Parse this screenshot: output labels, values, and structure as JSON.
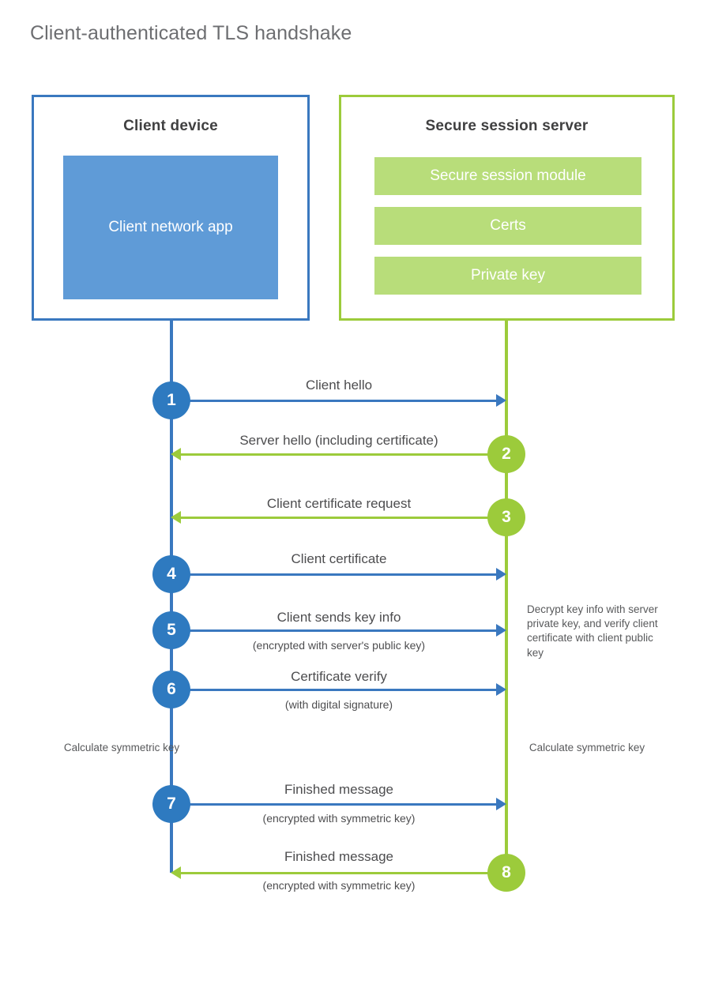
{
  "title": "Client-authenticated TLS handshake",
  "colors": {
    "blue_border": "#3a78bf",
    "blue_fill": "#5f9bd7",
    "blue_circle": "#2e7ac0",
    "green_border": "#9ccb3b",
    "green_fill": "#b8dd7a",
    "green_circle": "#9ccb3b",
    "text": "#4d4d4f",
    "title_text": "#6d6e71"
  },
  "client": {
    "title": "Client device",
    "app_label": "Client network app"
  },
  "server": {
    "title": "Secure session server",
    "bars": [
      {
        "label": "Secure session module"
      },
      {
        "label": "Certs"
      },
      {
        "label": "Private key"
      }
    ]
  },
  "steps": [
    {
      "number": "1",
      "label": "Client hello",
      "sub": "",
      "direction": "client-to-server",
      "color": "blue"
    },
    {
      "number": "2",
      "label": "Server hello (including certificate)",
      "sub": "",
      "direction": "server-to-client",
      "color": "green"
    },
    {
      "number": "3",
      "label": "Client certificate request",
      "sub": "",
      "direction": "server-to-client",
      "color": "green"
    },
    {
      "number": "4",
      "label": "Client certificate",
      "sub": "",
      "direction": "client-to-server",
      "color": "blue"
    },
    {
      "number": "5",
      "label": "Client sends key info",
      "sub": "(encrypted with server's public key)",
      "direction": "client-to-server",
      "color": "blue"
    },
    {
      "number": "6",
      "label": "Certificate verify",
      "sub": "(with digital signature)",
      "direction": "client-to-server",
      "color": "blue"
    },
    {
      "number": "7",
      "label": "Finished message",
      "sub": "(encrypted with symmetric key)",
      "direction": "client-to-server",
      "color": "blue"
    },
    {
      "number": "8",
      "label": "Finished message",
      "sub": "(encrypted with symmetric key)",
      "direction": "server-to-client",
      "color": "green"
    }
  ],
  "notes": {
    "server_decrypt": "Decrypt key info with server private key, and verify client certificate with client public key",
    "client_calculate": "Calculate symmetric key",
    "server_calculate": "Calculate symmetric key"
  }
}
